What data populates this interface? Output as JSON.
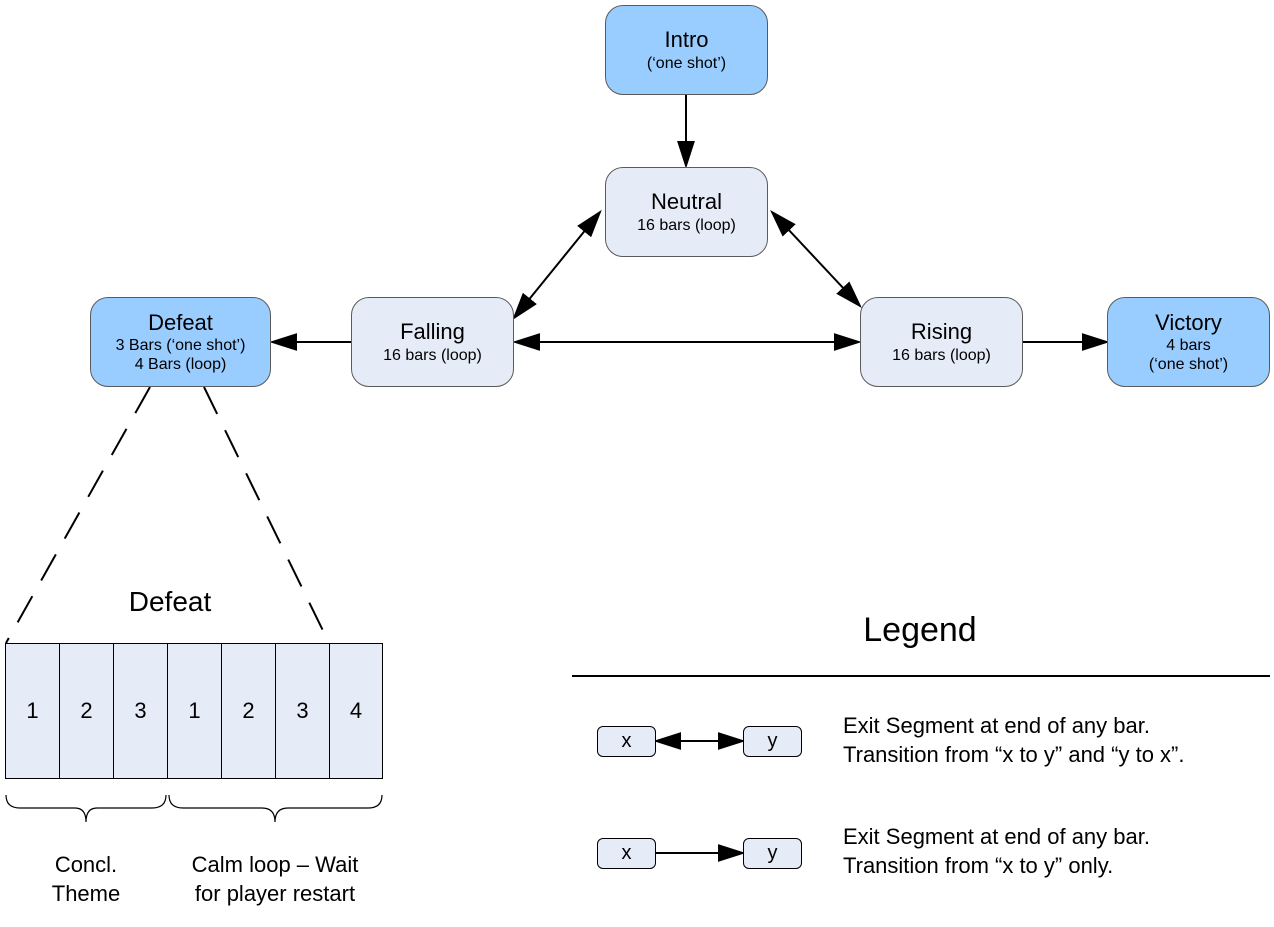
{
  "nodes": {
    "intro": {
      "title": "Intro",
      "lines": [
        "(‘one shot’)"
      ]
    },
    "neutral": {
      "title": "Neutral",
      "lines": [
        "16 bars (loop)"
      ]
    },
    "defeat": {
      "title": "Defeat",
      "lines": [
        "3 Bars (‘one shot’)",
        "4 Bars (loop)"
      ]
    },
    "falling": {
      "title": "Falling",
      "lines": [
        "16 bars (loop)"
      ]
    },
    "rising": {
      "title": "Rising",
      "lines": [
        "16 bars (loop)"
      ]
    },
    "victory": {
      "title": "Victory",
      "lines": [
        "4 bars",
        "(‘one shot’)"
      ]
    }
  },
  "breakdown": {
    "title": "Defeat",
    "cells": [
      "1",
      "2",
      "3",
      "1",
      "2",
      "3",
      "4"
    ],
    "group1": [
      "Concl.",
      "Theme"
    ],
    "group2": [
      "Calm loop – Wait",
      "for player restart"
    ]
  },
  "legend": {
    "title": "Legend",
    "box_x": "x",
    "box_y": "y",
    "row1": [
      "Exit Segment at end of any bar.",
      "Transition from “x to y” and “y to x”."
    ],
    "row2": [
      "Exit Segment at end of any bar.",
      "Transition from “x to y” only."
    ]
  },
  "colors": {
    "node_light": "#e6ecf7",
    "node_blue": "#99ccff"
  }
}
